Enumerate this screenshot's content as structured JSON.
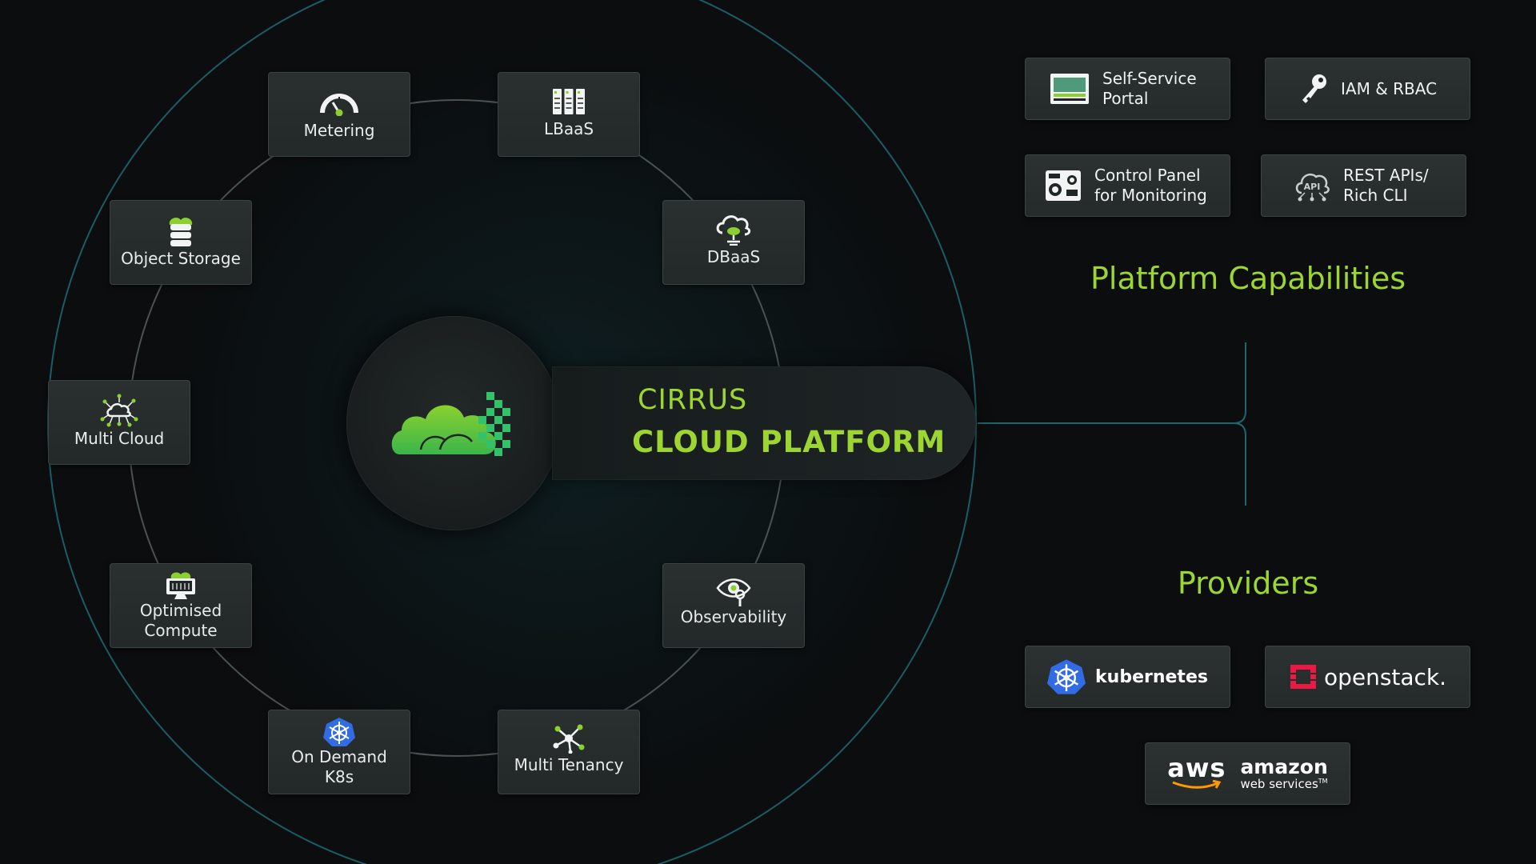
{
  "center": {
    "line1": "CIRRUS",
    "line2": "CLOUD PLATFORM"
  },
  "services": [
    {
      "id": "metering",
      "label": "Metering",
      "icon": "gauge-icon"
    },
    {
      "id": "lbaas",
      "label": "LBaaS",
      "icon": "server-rack-icon"
    },
    {
      "id": "object-storage",
      "label": "Object Storage",
      "icon": "database-icon"
    },
    {
      "id": "dbaas",
      "label": "DBaaS",
      "icon": "cloud-database-icon"
    },
    {
      "id": "multi-cloud",
      "label": "Multi Cloud",
      "icon": "network-cloud-icon"
    },
    {
      "id": "optimised-compute",
      "label": "Optimised Compute",
      "icon": "computer-cloud-icon"
    },
    {
      "id": "observability",
      "label": "Observability",
      "icon": "eye-icon"
    },
    {
      "id": "on-demand-k8s",
      "label": "On Demand K8s",
      "icon": "kubernetes-wheel-icon"
    },
    {
      "id": "multi-tenancy",
      "label": "Multi Tenancy",
      "icon": "network-nodes-icon"
    }
  ],
  "capabilities": {
    "heading": "Platform Capabilities",
    "items": [
      {
        "id": "self-service",
        "label": "Self-Service\nPortal",
        "icon": "monitor-icon"
      },
      {
        "id": "iam",
        "label": "IAM & RBAC",
        "icon": "key-icon"
      },
      {
        "id": "control-panel",
        "label": "Control Panel\nfor Monitoring",
        "icon": "control-panel-icon"
      },
      {
        "id": "rest-api",
        "label": "REST APIs/\nRich CLI",
        "icon": "api-cloud-icon"
      }
    ]
  },
  "providers": {
    "heading": "Providers",
    "kubernetes": "kubernetes",
    "openstack": "openstack.",
    "aws_short": "aws",
    "aws_brand": "amazon",
    "aws_sub": "web services",
    "aws_tm": "TM"
  },
  "colors": {
    "accent": "#9dd630",
    "background": "#0b0d0e",
    "card": "#272c2c",
    "arc": "#1e6570"
  }
}
